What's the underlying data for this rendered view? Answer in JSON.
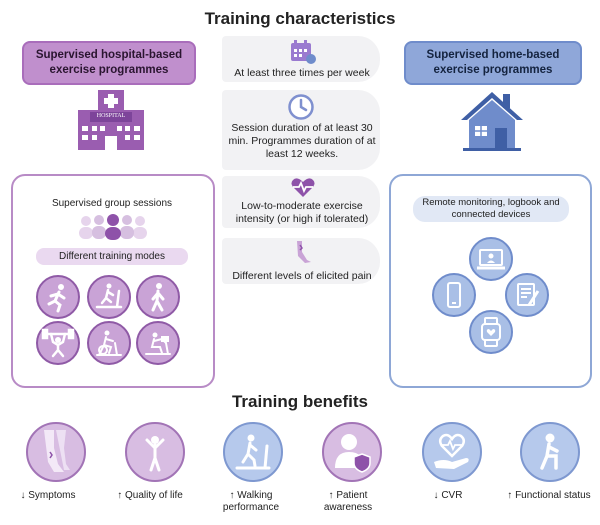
{
  "header": {
    "title": "Training characteristics"
  },
  "hospital": {
    "title": "Supervised hospital-based exercise programmes",
    "sign": "HOSPITAL",
    "group_label": "Supervised group sessions",
    "modes_label": "Different training modes",
    "modes": [
      "running-icon",
      "treadmill-icon",
      "walking-icon",
      "weightlifting-icon",
      "cycling-icon",
      "rowing-icon"
    ]
  },
  "home": {
    "title": "Supervised home-based exercise programmes",
    "remote_label": "Remote monitoring, logbook and connected devices",
    "devices": [
      "computer-icon",
      "phone-icon",
      "logbook-icon",
      "smartwatch-icon"
    ]
  },
  "characteristics": [
    {
      "icon": "calendar-icon",
      "text": "At least three times per week"
    },
    {
      "icon": "clock-icon",
      "text": "Session duration of at least 30 min. Programmes duration of at least 12 weeks."
    },
    {
      "icon": "heart-rate-icon",
      "text": "Low-to-moderate exercise intensity (or high if tolerated)"
    },
    {
      "icon": "leg-pain-icon",
      "text": "Different levels of elicited pain"
    }
  ],
  "benefits_title": "Training benefits",
  "benefits": [
    {
      "icon": "legs-icon",
      "arrow": "↓",
      "label": "Symptoms",
      "color": "purple"
    },
    {
      "icon": "person-cheer-icon",
      "arrow": "↑",
      "label": "Quality of life",
      "color": "purple"
    },
    {
      "icon": "treadmill-icon",
      "arrow": "↑",
      "label": "Walking performance",
      "color": "blue"
    },
    {
      "icon": "person-shield-icon",
      "arrow": "↑",
      "label": "Patient awareness",
      "color": "purple"
    },
    {
      "icon": "heart-hand-icon",
      "arrow": "↓",
      "label": "CVR",
      "color": "blue"
    },
    {
      "icon": "sitting-person-icon",
      "arrow": "↑",
      "label": "Functional status",
      "color": "blue"
    }
  ],
  "colors": {
    "purple": "#c08fcd",
    "blue": "#8fa7d9",
    "dark_purple": "#7b3f96",
    "dark_blue": "#3f5fa5"
  }
}
